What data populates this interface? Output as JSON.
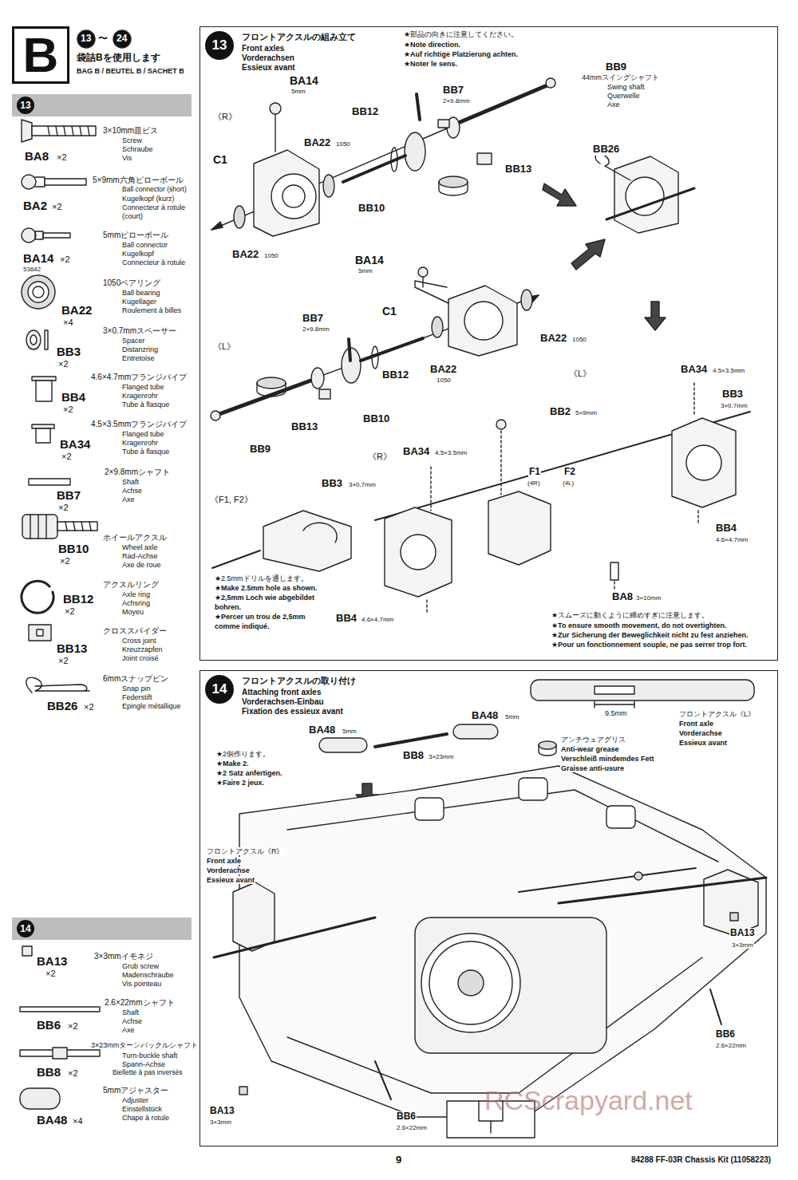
{
  "diagram": {
    "nodes": [
      {
        "text": [
          "B"
        ]
      },
      {
        "text": [
          "13"
        ]
      },
      {
        "text": [
          "14"
        ]
      },
      {
        "text": [
          "フロントアクスルの組み立て",
          "Front axles",
          "Vorderachsen",
          "Essieux avant"
        ]
      },
      {
        "text": [
          "13"
        ],
        "in": 3
      },
      {
        "text": [
          "フロントアクスルの取り付け",
          "Attaching front axles",
          "Vorderachsen-Einbau",
          "Fixation des essieux avant"
        ]
      },
      {
        "text": [
          "14"
        ],
        "in": 5
      }
    ],
    "labels": [
      "13",
      "〜",
      "24",
      "袋詰Bを使用します",
      "BAG B / BEUTEL B / SACHET B",
      "BA8",
      "×2",
      "3×10mm皿ビス",
      "Screw",
      "Schraube",
      "Vis",
      "BA2",
      "×2",
      "5×9mm六角ピローボール",
      "Ball connector (short)",
      "Kugelkopf (kurz)",
      "Connecteur à rotule",
      "(court)",
      "BA14",
      "×2",
      "53642",
      "5mmピローボール",
      "Ball connector",
      "Kugelkopf",
      "Connecteur à rotule",
      "BA22",
      "×4",
      "1050ベアリング",
      "Ball bearing",
      "Kugellager",
      "Roulement à billes",
      "BB3",
      "×2",
      "3×0.7mmスペーサー",
      "Spacer",
      "Distanzring",
      "Entretoise",
      "BB4",
      "×2",
      "4.6×4.7mmフランジパイプ",
      "Flanged tube",
      "Kragenrohr",
      "Tube à flasque",
      "BA34",
      "×2",
      "4.5×3.5mmフランジパイプ",
      "Flanged tube",
      "Kragenrohr",
      "Tube à flasque",
      "BB7",
      "×2",
      "2×9.8mmシャフト",
      "Shaft",
      "Achse",
      "Axe",
      "BB10",
      "×2",
      "ホイールアクスル",
      "Wheel axle",
      "Rad-Achse",
      "Axe de roue",
      "BB12",
      "×2",
      "アクスルリング",
      "Axle ring",
      "Achsring",
      "Moyeu",
      "BB13",
      "×2",
      "クロススパイダー",
      "Cross joint",
      "Kreuzzapfen",
      "Joint croisé",
      "BB26",
      "×2",
      "6mmスナップピン",
      "Snap pin",
      "Federstift",
      "Epingle métallique",
      "BA13",
      "×2",
      "3×3mmイモネジ",
      "Grub screw",
      "Madenschraube",
      "Vis pointeau",
      "BB6",
      "×2",
      "2.6×22mmシャフト",
      "Shaft",
      "Achse",
      "Axe",
      "BB8",
      "×2",
      "3×23mmターンバックルシャフト",
      "Turn-buckle shaft",
      "Spann-Achse",
      "Biellette à pas inversés",
      "BA48",
      "×4",
      "5mmアジャスター",
      "Adjuster",
      "Einstellstück",
      "Chape à rotule",
      "★部品の向きに注意してください。",
      "★Note direction.",
      "★Auf richtige Platzierung achten.",
      "★Noter le sens.",
      "BB9",
      "44mmスイングシャフト",
      "Swing shaft",
      "Querwelle",
      "Axe",
      "《R》",
      "BA14",
      "5mm",
      "BB7",
      "2×9.8mm",
      "BB12",
      "BA22",
      "1050",
      "C1",
      "BB13",
      "BB10",
      "BA22",
      "1050",
      "BB26",
      "BA14",
      "5mm",
      "C1",
      "《L》",
      "BB7",
      "2×9.8mm",
      "BA22",
      "1050",
      "BA22",
      "1050",
      "BB12",
      "BB10",
      "BB13",
      "BB9",
      "《L》",
      "BA34",
      "4.5×3.5mm",
      "BB3",
      "3×0.7mm",
      "BB2",
      "5×9mm",
      "《R》",
      "BA34",
      "4.5×3.5mm",
      "F1",
      "(4R)",
      "F2",
      "(4L)",
      "BB3",
      "3×0.7mm",
      "BB4",
      "4.6×4.7mm",
      "BA8",
      "3×10mm",
      "BB4",
      "4.6×4.7mm",
      "★スムーズに動くように締めすぎに注意します。",
      "★To ensure smooth movement, do not overtighten.",
      "★Zur Sicherung der Beweglichkeit nicht zu fest anziehen.",
      "★Pour un fonctionnement souple, ne pas serrer trop fort.",
      "《F1, F2》",
      "★2.5mmドリルを通します。",
      "★Make 2.5mm hole as shown.",
      "★2,5mm Loch wie abgebildet",
      "bohren.",
      "★Percer un trou de 2,5mm",
      "comme indiqué.",
      "BA48",
      "5mm",
      "BB8",
      "3×23mm",
      "BA48",
      "5mm",
      "★2個作ります。",
      "★Make 2.",
      "★2 Satz anfertigen.",
      "★Faire 2 jeux.",
      "9.5mm",
      "アンチウェアグリス",
      "Anti-wear grease",
      "Verschleiß mindemdes Fett",
      "Graisse anti-usure",
      "フロントアクスル《L》",
      "Front axle",
      "Vorderachse",
      "Essieux avant",
      "フロントアクスル《R》",
      "Front axle",
      "Vorderachse",
      "Essieux avant",
      "BA13",
      "3×3mm",
      "BB6",
      "2.6×22mm",
      "BA13",
      "3×3mm",
      "BB6",
      "2.6×22mm",
      "9",
      "84288 FF-03R Chassis Kit (11058223)",
      "RCScrapyard.net"
    ]
  }
}
